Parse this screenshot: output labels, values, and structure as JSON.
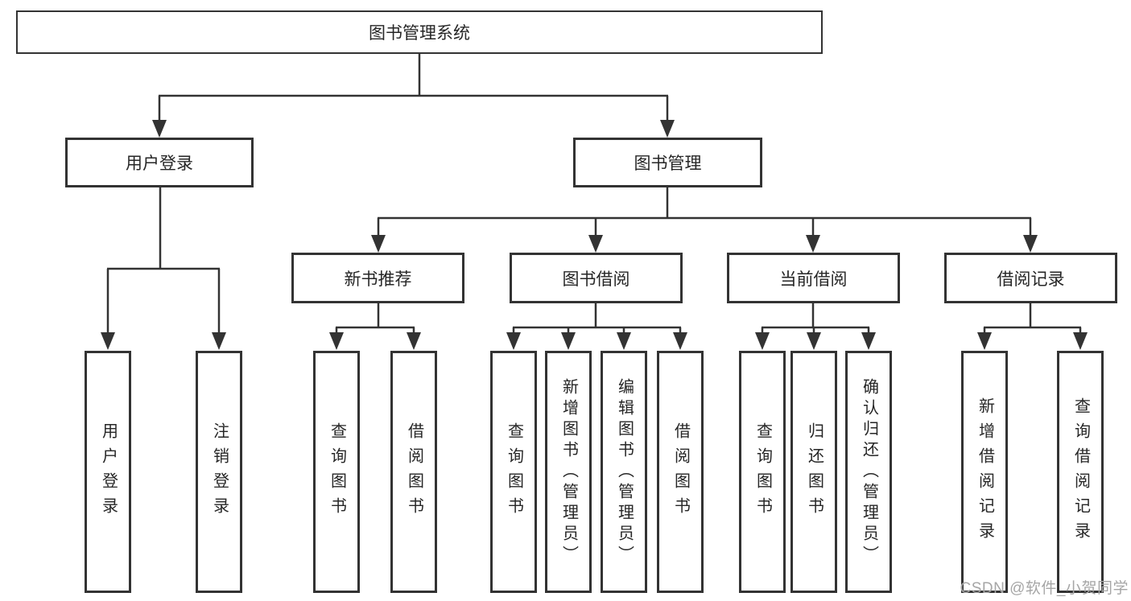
{
  "diagram_type": "hierarchy-tree",
  "tree": {
    "label": "图书管理系统",
    "children": [
      {
        "label": "用户登录",
        "children": [
          {
            "label": "用户登录"
          },
          {
            "label": "注销登录"
          }
        ]
      },
      {
        "label": "图书管理",
        "children": [
          {
            "label": "新书推荐",
            "children": [
              {
                "label": "查询图书"
              },
              {
                "label": "借阅图书"
              }
            ]
          },
          {
            "label": "图书借阅",
            "children": [
              {
                "label": "查询图书"
              },
              {
                "label": "新增图书（管理员）"
              },
              {
                "label": "编辑图书（管理员）"
              },
              {
                "label": "借阅图书"
              }
            ]
          },
          {
            "label": "当前借阅",
            "children": [
              {
                "label": "查询图书"
              },
              {
                "label": "归还图书"
              },
              {
                "label": "确认归还（管理员）"
              }
            ]
          },
          {
            "label": "借阅记录",
            "children": [
              {
                "label": "新增借阅记录"
              },
              {
                "label": "查询借阅记录"
              }
            ]
          }
        ]
      }
    ]
  },
  "watermark": {
    "text": "CSDN @软件_小贺同学"
  },
  "colors": {
    "background": "#ffffff",
    "line": "#333333",
    "box_border": "#333333",
    "text": "#262626",
    "watermark": "#a6a6a6"
  }
}
